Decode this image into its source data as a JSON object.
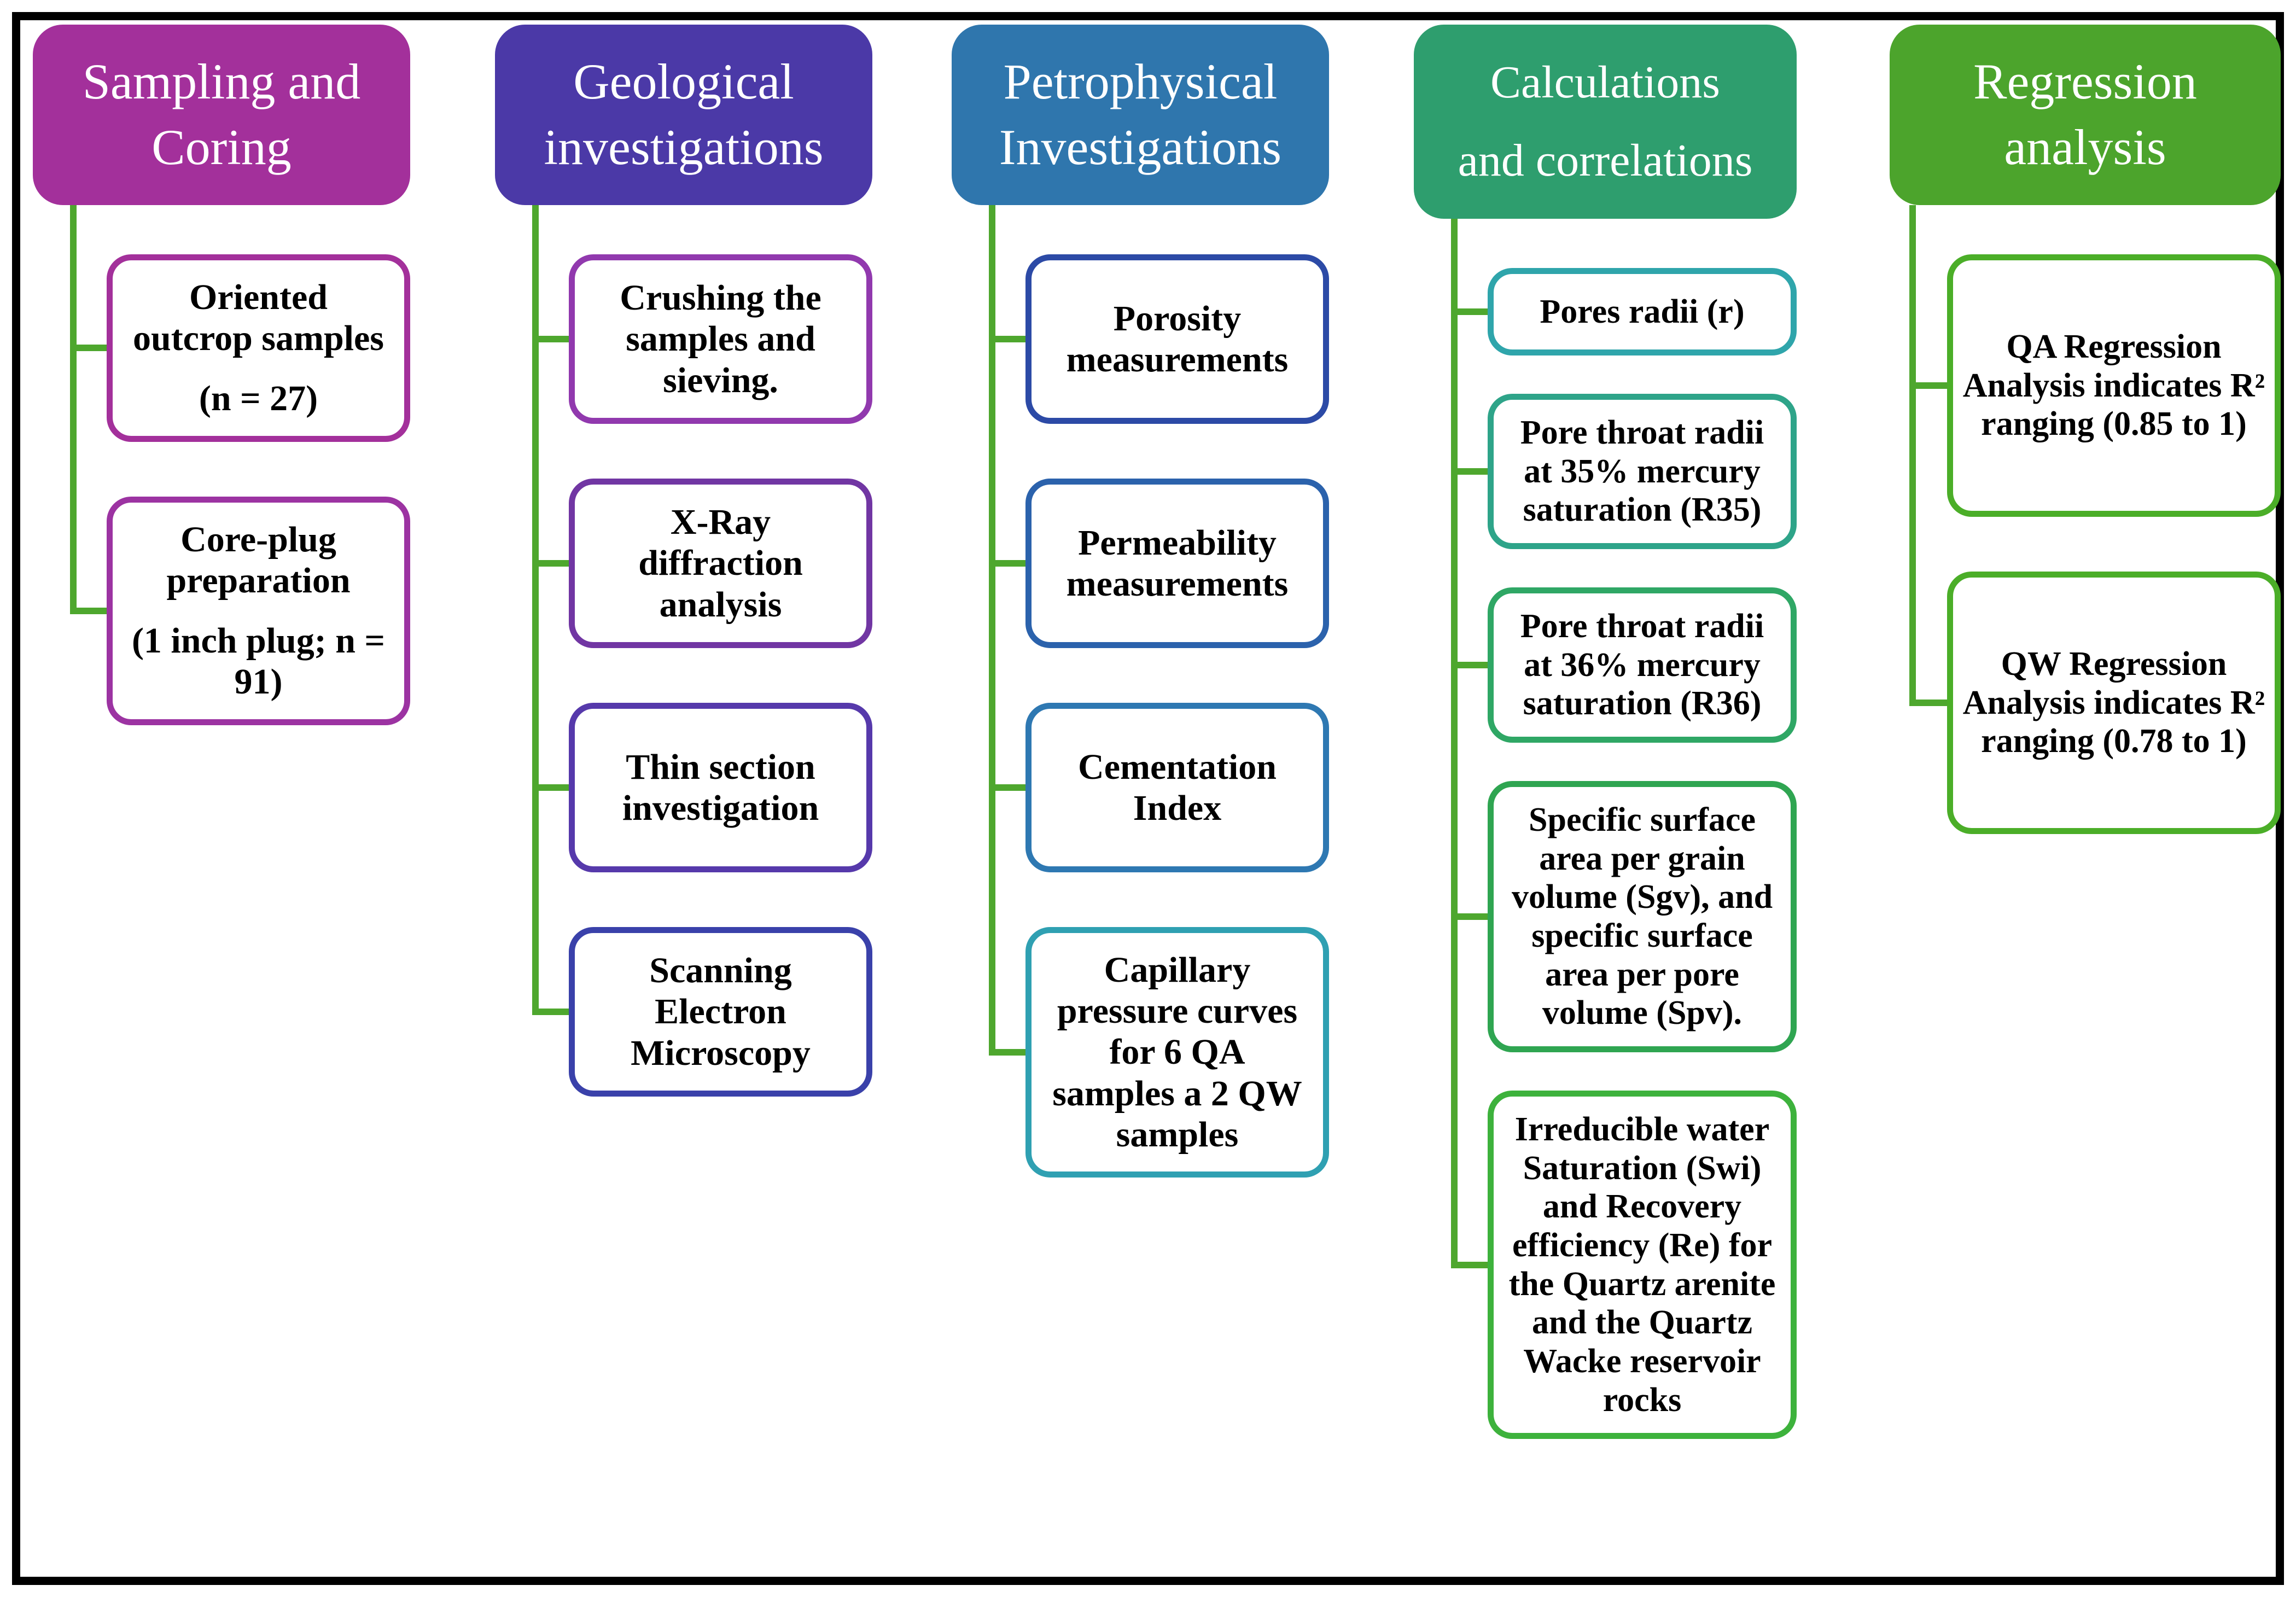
{
  "diagram": {
    "background": "#FFFFFF",
    "frame_color": "#000000",
    "connector_color": "#4EA72E",
    "columns": [
      {
        "header": {
          "label": "Sampling and Coring",
          "bg": "#A3309B"
        },
        "children": [
          {
            "border": "#A3309B",
            "paragraphs": [
              "Oriented outcrop samples",
              "(n = 27)"
            ]
          },
          {
            "border": "#9C33A2",
            "paragraphs": [
              "Core-plug preparation",
              "(1 inch plug; n = 91)"
            ]
          }
        ]
      },
      {
        "header": {
          "label": "Geological investigations",
          "bg": "#4B39A7"
        },
        "children": [
          {
            "border": "#9139AE",
            "paragraphs": [
              "Crushing the samples and sieving."
            ]
          },
          {
            "border": "#7136A3",
            "paragraphs": [
              "X-Ray diffraction analysis"
            ]
          },
          {
            "border": "#5639AB",
            "paragraphs": [
              "Thin section investigation"
            ]
          },
          {
            "border": "#3A41AA",
            "paragraphs": [
              "Scanning Electron Microscopy"
            ]
          }
        ]
      },
      {
        "header": {
          "label": "Petrophysical Investigations",
          "bg": "#2F76AD"
        },
        "children": [
          {
            "border": "#2C4AA6",
            "paragraphs": [
              "Porosity measurements"
            ]
          },
          {
            "border": "#2B62AC",
            "paragraphs": [
              "Permeability measurements"
            ]
          },
          {
            "border": "#2E78B2",
            "paragraphs": [
              "Cementation Index"
            ]
          },
          {
            "border": "#2FA0B2",
            "paragraphs": [
              "Capillary pressure curves for 6 QA samples a 2 QW samples"
            ]
          }
        ]
      },
      {
        "header": {
          "label": "Calculations\nand correlations",
          "bg": "#2E9E6E"
        },
        "children": [
          {
            "border": "#2FA5AB",
            "paragraphs": [
              "Pores radii (r)"
            ]
          },
          {
            "border": "#2EA489",
            "paragraphs": [
              "Pore throat radii at 35% mercury saturation (R35)"
            ]
          },
          {
            "border": "#2FA765",
            "paragraphs": [
              "Pore throat radii at 36% mercury saturation (R36)"
            ]
          },
          {
            "border": "#2FA551",
            "paragraphs": [
              "Specific surface area per grain volume (Sgv), and specific surface area per pore volume (Spv)."
            ]
          },
          {
            "border": "#3DB23C",
            "paragraphs": [
              "Irreducible water Saturation (Swi) and Recovery efficiency (Re) for the Quartz arenite and the Quartz Wacke reservoir rocks"
            ]
          }
        ]
      },
      {
        "header": {
          "label": "Regression analysis",
          "bg": "#4CA42C"
        },
        "children": [
          {
            "border": "#4BAE28",
            "paragraphs": [
              "QA Regression Analysis indicates R² ranging (0.85 to 1)"
            ]
          },
          {
            "border": "#4BAE28",
            "paragraphs": [
              "QW Regression Analysis indicates R² ranging (0.78 to 1)"
            ]
          }
        ]
      }
    ]
  }
}
